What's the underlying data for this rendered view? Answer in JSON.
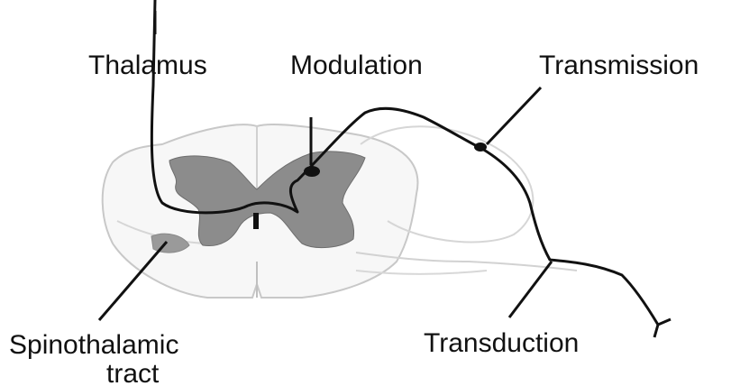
{
  "labels": {
    "thalamus": "Thalamus",
    "modulation": "Modulation",
    "transmission": "Transmission",
    "spinothalamic_line1": "Spinothalamic",
    "spinothalamic_line2": "tract",
    "transduction": "Transduction"
  },
  "colors": {
    "gray_matter": "#8c8c8c",
    "white_matter_outline": "#c8c8c8",
    "nerve": "#111111",
    "text": "#111111"
  }
}
